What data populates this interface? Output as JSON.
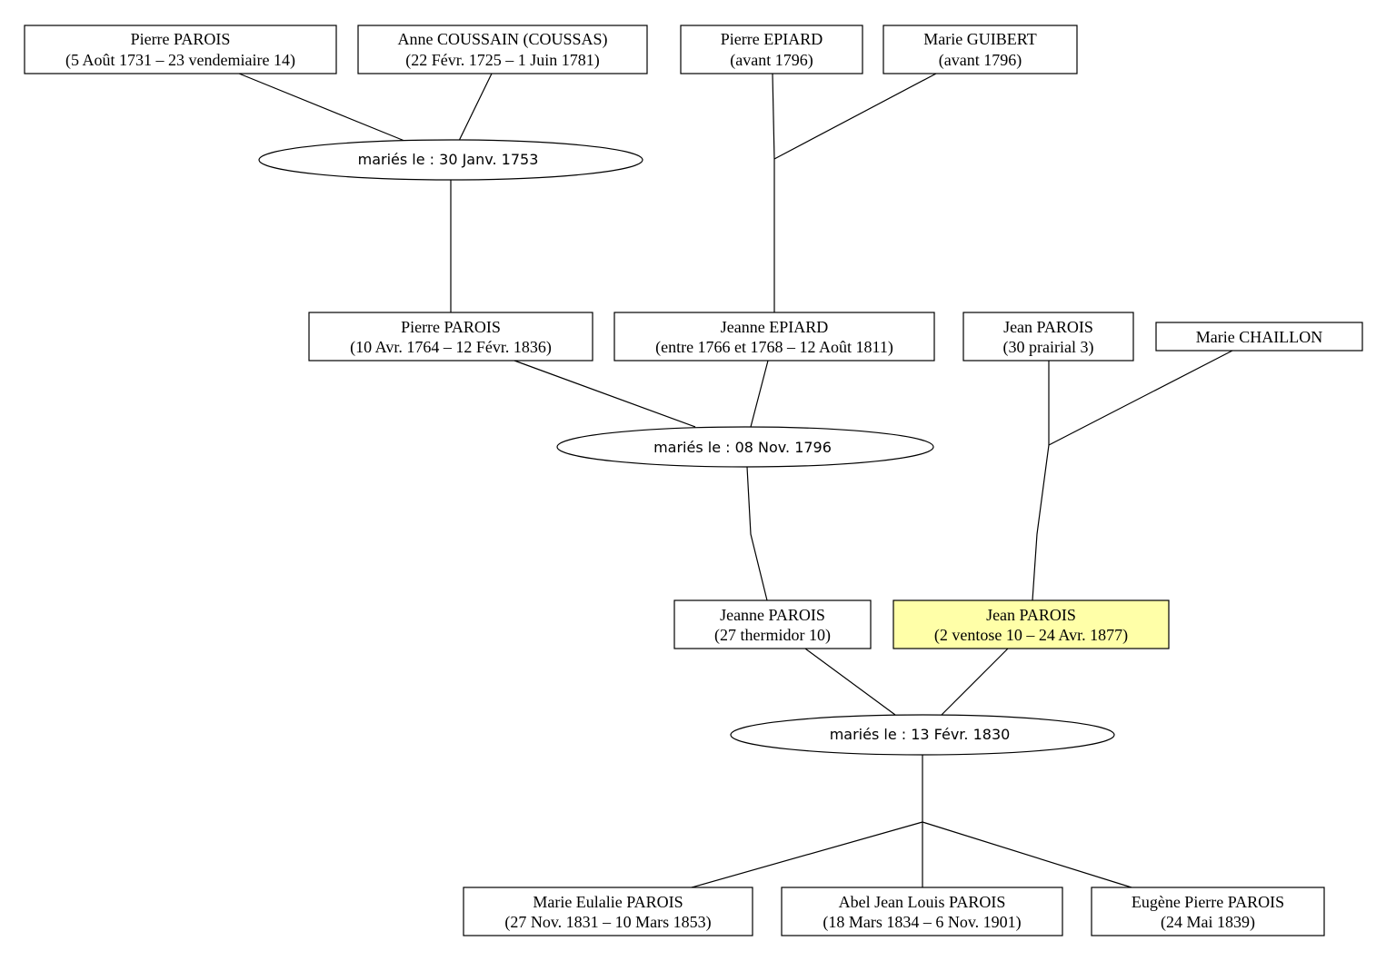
{
  "persons": {
    "pierre_parois_1731": {
      "name": "Pierre PAROIS",
      "dates": "(5 Août 1731 – 23 vendemiaire 14)"
    },
    "anne_coussain": {
      "name": "Anne COUSSAIN (COUSSAS)",
      "dates": "(22 Févr. 1725 – 1 Juin 1781)"
    },
    "pierre_epiard": {
      "name": "Pierre EPIARD",
      "dates": "(avant 1796)"
    },
    "marie_guibert": {
      "name": "Marie GUIBERT",
      "dates": "(avant 1796)"
    },
    "pierre_parois_1764": {
      "name": "Pierre PAROIS",
      "dates": "(10 Avr. 1764 – 12 Févr. 1836)"
    },
    "jeanne_epiard": {
      "name": "Jeanne EPIARD",
      "dates": "(entre 1766 et 1768 – 12 Août 1811)"
    },
    "jean_parois_p3": {
      "name": "Jean PAROIS",
      "dates": "(30 prairial 3)"
    },
    "marie_challon": {
      "name": "Marie CHAILLON"
    },
    "jeanne_parois": {
      "name": "Jeanne PAROIS",
      "dates": "(27 thermidor 10)"
    },
    "jean_parois_v10": {
      "name": "Jean PAROIS",
      "dates": "(2 ventose 10 – 24 Avr. 1877)"
    },
    "marie_eulalie": {
      "name": "Marie Eulalie PAROIS",
      "dates": "(27 Nov. 1831 – 10 Mars 1853)"
    },
    "abel_jean_louis": {
      "name": "Abel Jean Louis PAROIS",
      "dates": "(18 Mars 1834 – 6 Nov. 1901)"
    },
    "eugene_pierre": {
      "name": "Eugène Pierre PAROIS",
      "dates": "(24 Mai 1839)"
    }
  },
  "marriages": {
    "m1753": "mariés le : 30 Janv. 1753",
    "m1796": "mariés le : 08 Nov. 1796",
    "m1830": "mariés le : 13 Févr. 1830"
  },
  "colors": {
    "highlight": "#ffffa8"
  }
}
